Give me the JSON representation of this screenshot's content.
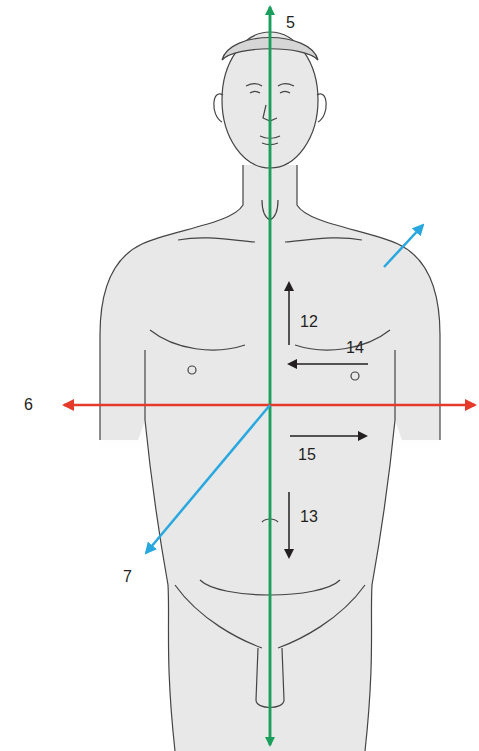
{
  "diagram": {
    "labels": [
      "5",
      "12",
      "14",
      "6",
      "15",
      "13",
      "7"
    ]
  }
}
